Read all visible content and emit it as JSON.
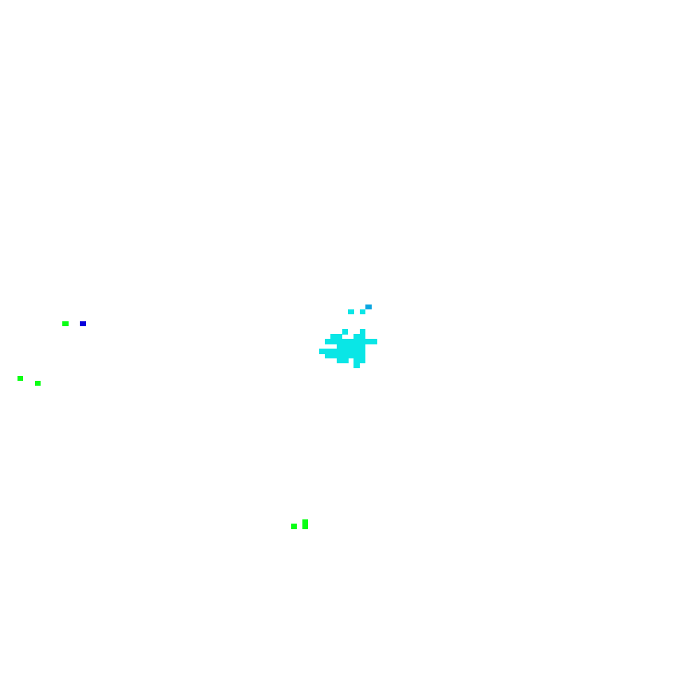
{
  "palette": {
    "background": "#ffffff",
    "cyan": "#0ae6e6",
    "sky_blue": "#0aa5e0",
    "green": "#0aff14",
    "blue": "#0a00dc"
  },
  "regions": [
    {
      "name": "cyan-cluster",
      "color_key": "cyan"
    },
    {
      "name": "sky-blue-cell",
      "color_key": "sky_blue"
    },
    {
      "name": "green-cell",
      "color_key": "green"
    },
    {
      "name": "blue-cell",
      "color_key": "blue"
    }
  ]
}
